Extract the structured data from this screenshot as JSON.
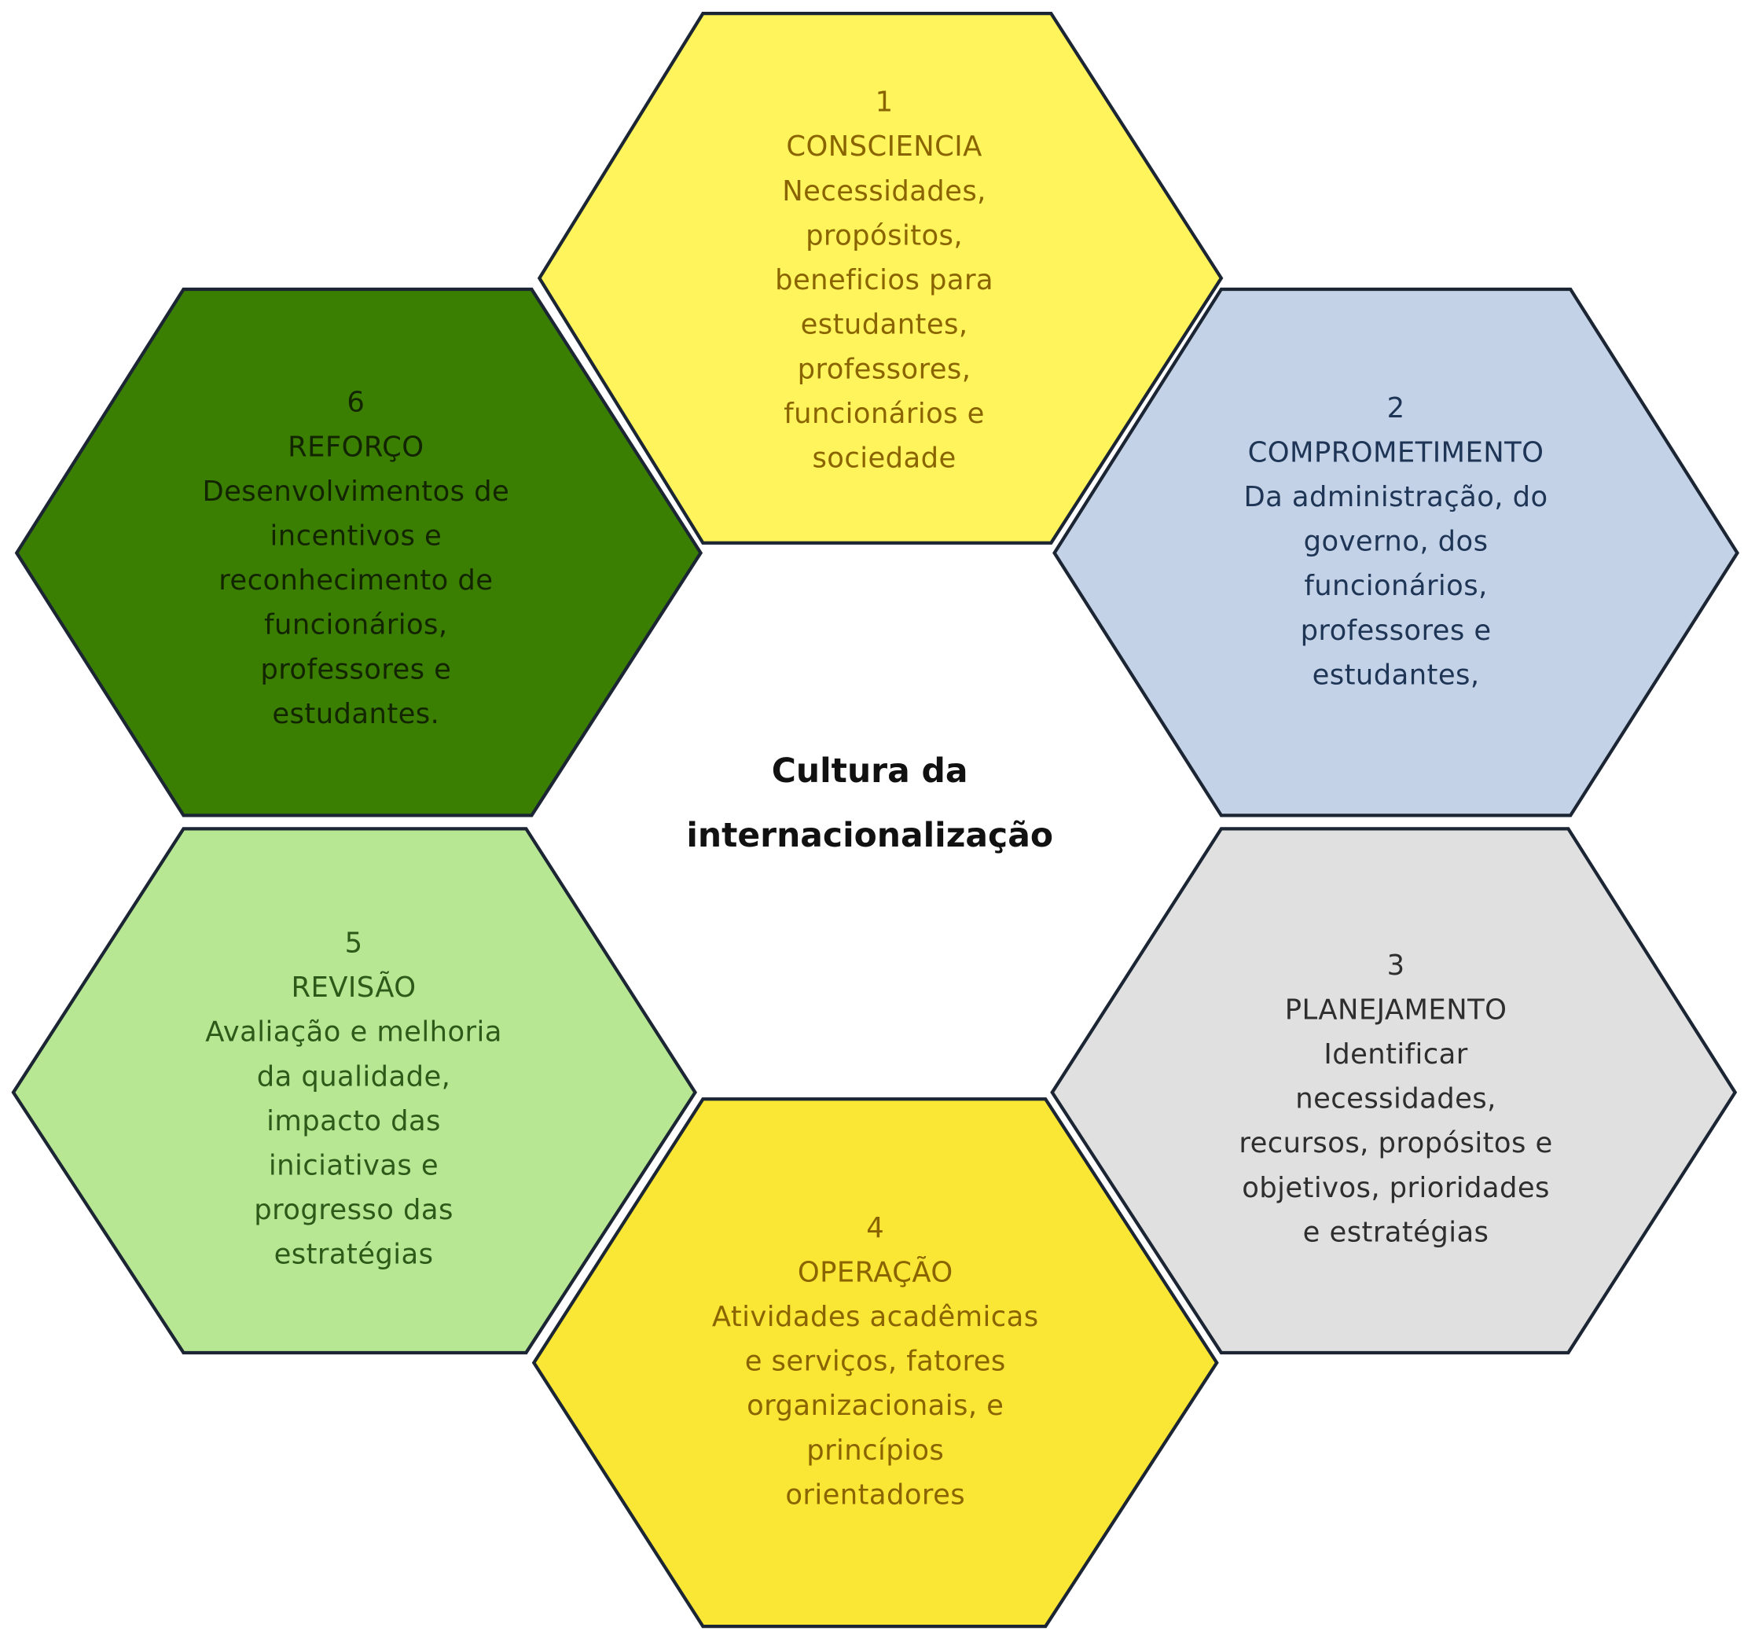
{
  "center": {
    "lines": [
      "Cultura da",
      "internacionalização"
    ]
  },
  "hexagons": [
    {
      "id": "consciencia",
      "number": "1",
      "title": "CONSCIENCIA",
      "lines": [
        "Necessidades,",
        "propósitos,",
        "beneficios para",
        "estudantes,",
        "professores,",
        "funcionários e",
        "sociedade"
      ],
      "fill": "#FFF45C",
      "text_color": "#8A6400"
    },
    {
      "id": "comprometimento",
      "number": "2",
      "title": "COMPROMETIMENTO",
      "lines": [
        "Da administração, do",
        "governo, dos",
        "funcionários,",
        "professores e",
        "estudantes,"
      ],
      "fill": "#C3D2E6",
      "text_color": "#1E3556"
    },
    {
      "id": "planejamento",
      "number": "3",
      "title": "PLANEJAMENTO",
      "lines": [
        "Identificar",
        "necessidades,",
        "recursos, propósitos e",
        "objetivos, prioridades",
        "e estratégias"
      ],
      "fill": "#E0E0E0",
      "text_color": "#2E2E2E"
    },
    {
      "id": "operacao",
      "number": "4",
      "title": "OPERAÇÃO",
      "lines": [
        "Atividades acadêmicas",
        "e serviços, fatores",
        "organizacionais, e",
        "princípios",
        "orientadores"
      ],
      "fill": "#FAE635",
      "text_color": "#8A6400"
    },
    {
      "id": "revisao",
      "number": "5",
      "title": "REVISÃO",
      "lines": [
        "Avaliação e melhoria",
        "da qualidade,",
        "impacto das",
        "iniciativas e",
        "progresso das",
        "estratégias"
      ],
      "fill": "#B8E794",
      "text_color": "#2D5A18"
    },
    {
      "id": "reforco",
      "number": "6",
      "title": "REFORÇO",
      "lines": [
        "Desenvolvimentos de",
        "incentivos e",
        "reconhecimento de",
        "funcionários,",
        "professores e",
        "estudantes."
      ],
      "fill": "#3A7E02",
      "text_color": "#122400"
    }
  ]
}
